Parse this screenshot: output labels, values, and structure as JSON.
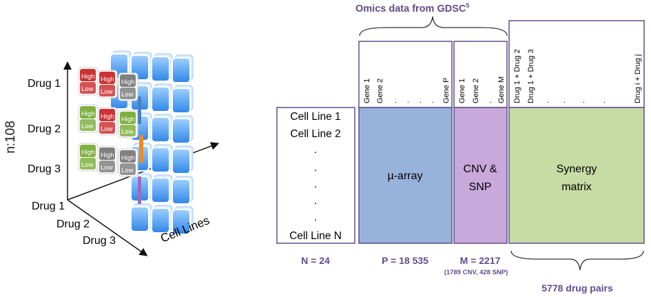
{
  "cube": {
    "n_label": "n:108",
    "y_labels": [
      "Drug 1",
      "Drug 2",
      "Drug 3"
    ],
    "depth_labels": [
      "Drug 1",
      "Drug 2",
      "Drug 3"
    ],
    "x_axis_label": "Cell Lines",
    "high_text": "High",
    "low_text": "Low",
    "block_colors": [
      "#cc3333",
      "#7fb040",
      "#808080"
    ],
    "grid": [
      [
        "red",
        "red",
        "gray"
      ],
      [
        "green",
        "red",
        "green"
      ],
      [
        "green",
        "gray",
        "gray"
      ]
    ],
    "accent_colors": [
      "#4a7fc0",
      "#f08a1c",
      "#9a6cc0"
    ]
  },
  "table": {
    "header": "Omics data from GDSC",
    "header_sup": "5",
    "rows_col": {
      "items": [
        "Cell Line 1",
        "Cell Line 2",
        ".",
        ".",
        ".",
        ".",
        ".",
        "Cell Line N"
      ],
      "footer": "N = 24"
    },
    "microarray": {
      "genes": [
        "Gene 1",
        "Gene 2",
        ".",
        ".",
        ".",
        ".",
        "Gene P"
      ],
      "label": "µ-array",
      "footer": "P = 18 535",
      "color": "#97b2db"
    },
    "cnv": {
      "genes": [
        "Gene 1",
        "Gene 2",
        ".",
        "Gene  M"
      ],
      "label_line1": "CNV &",
      "label_line2": "SNP",
      "footer": "M = 2217",
      "footer_sub": "(1789 CNV, 428 SNP)",
      "color": "#c9a8db"
    },
    "synergy": {
      "pairs": [
        "Drug 1 + Drug 2",
        "Drug 1 + Drug 3",
        ".",
        ".",
        ".",
        ".",
        "Drug i + Drug j"
      ],
      "label_line1": "Synergy",
      "label_line2": "matrix",
      "footer": "5778 drug pairs",
      "color": "#c7dba5"
    },
    "border_color": "#5e4d8a"
  }
}
